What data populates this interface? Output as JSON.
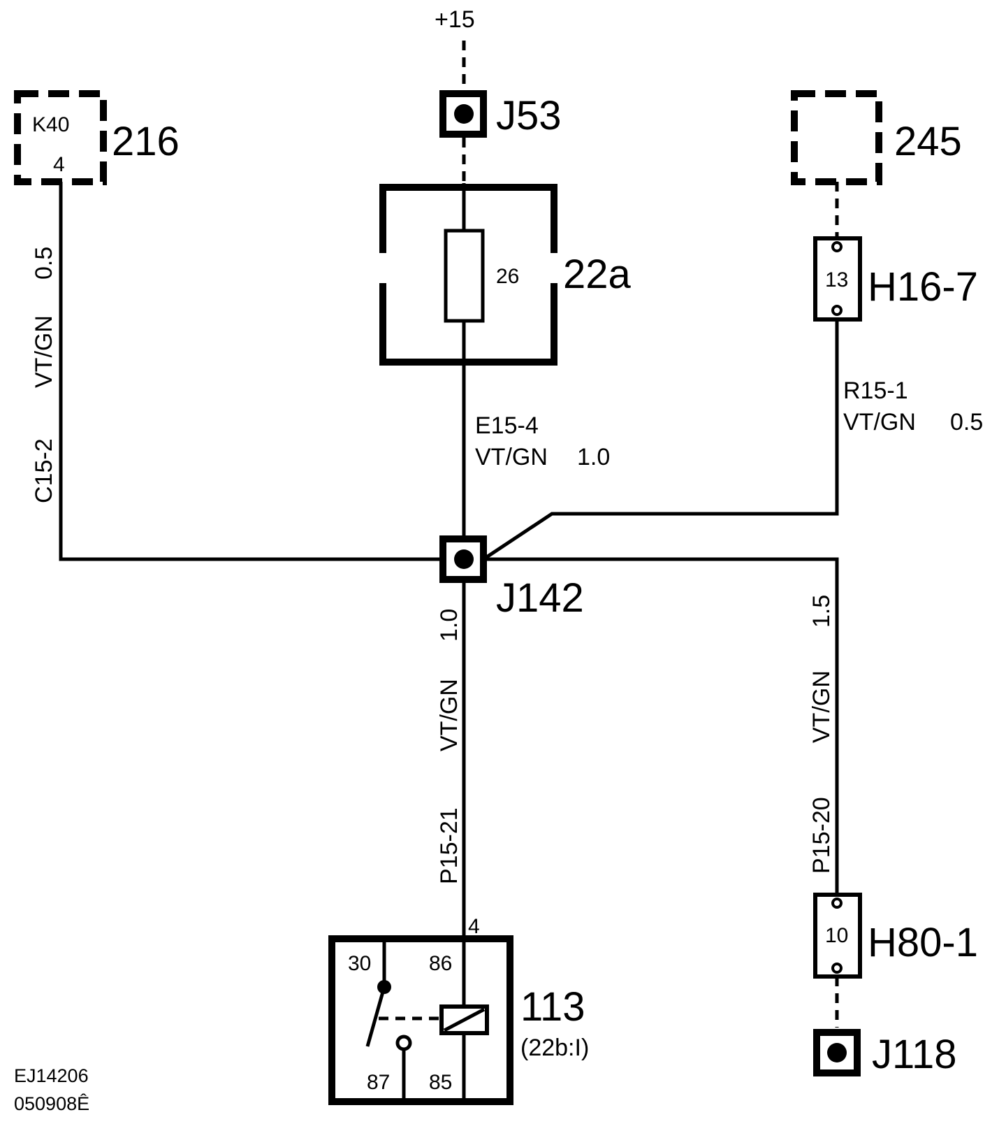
{
  "supply": {
    "label": "+15"
  },
  "connectors": {
    "j53": "J53",
    "j142": "J142",
    "j118": "J118"
  },
  "fuse_box": {
    "label": "22a",
    "fuse_number": "26"
  },
  "component_216": {
    "label": "216",
    "connector": "K40",
    "pin": "4"
  },
  "component_245": {
    "label": "245"
  },
  "h16": {
    "label": "H16-7",
    "pin": "13"
  },
  "h80": {
    "label": "H80-1",
    "pin": "10"
  },
  "wires": {
    "e15": {
      "id": "E15-4",
      "spec": "VT/GN",
      "size": "1.0"
    },
    "c15": {
      "id": "C15-2",
      "spec": "VT/GN",
      "size": "0.5"
    },
    "r15": {
      "id": "R15-1",
      "spec": "VT/GN",
      "size": "0.5"
    },
    "p15_21": {
      "id": "P15-21",
      "spec": "VT/GN",
      "size": "1.0"
    },
    "p15_20": {
      "id": "P15-20",
      "spec": "VT/GN",
      "size": "1.5"
    }
  },
  "relay": {
    "label": "113",
    "sublabel": "(22b:I)",
    "connector_pin": "4",
    "pin_30": "30",
    "pin_86": "86",
    "pin_87": "87",
    "pin_85": "85"
  },
  "footer": {
    "line1": "EJ14206",
    "line2": "050908Ê"
  }
}
